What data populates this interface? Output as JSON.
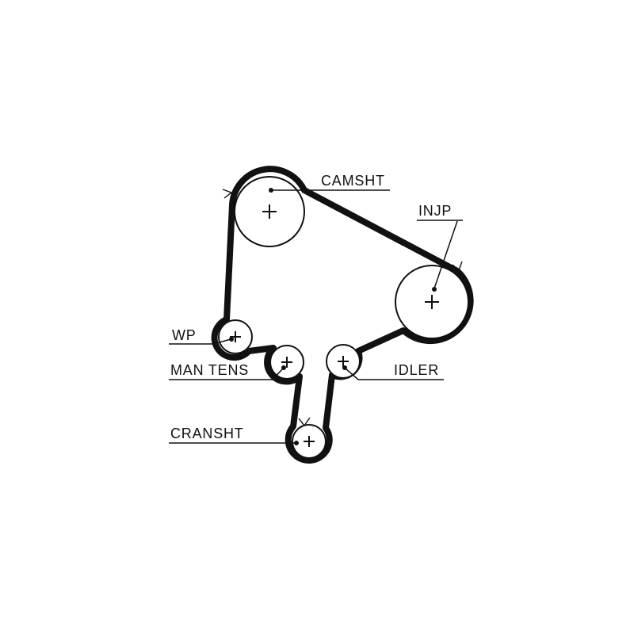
{
  "diagram": {
    "background": "#ffffff",
    "line_color": "#111111",
    "labels": {
      "camshaft": "CAMSHT",
      "injection_pump": "INJP",
      "water_pump": "WP",
      "manual_tensioner": "MAN TENS",
      "idler": "IDLER",
      "crankshaft": "CRANSHT"
    }
  }
}
